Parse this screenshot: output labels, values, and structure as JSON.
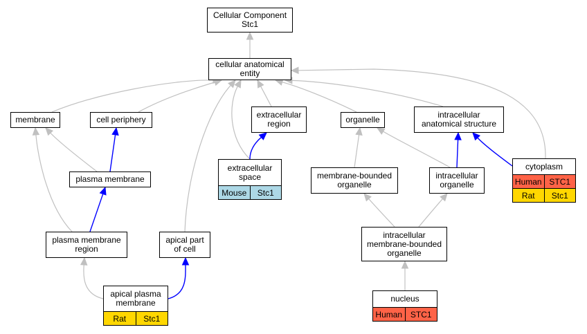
{
  "colors": {
    "edge_gray": "#c0c0c0",
    "edge_blue": "#0000ff",
    "human": "#ff6347",
    "rat": "#ffd700",
    "mouse": "#add8e6"
  },
  "nodes": {
    "root": {
      "lines": [
        "Cellular Component",
        "Stc1"
      ]
    },
    "cae": {
      "lines": [
        "cellular anatomical",
        "entity"
      ]
    },
    "membrane": {
      "lines": [
        "membrane"
      ]
    },
    "cell_periphery": {
      "lines": [
        "cell periphery"
      ]
    },
    "extracellular_region": {
      "lines": [
        "extracellular",
        "region"
      ]
    },
    "organelle": {
      "lines": [
        "organelle"
      ]
    },
    "intracellular_anatomical_structure": {
      "lines": [
        "intracellular",
        "anatomical structure"
      ]
    },
    "plasma_membrane": {
      "lines": [
        "plasma membrane"
      ]
    },
    "extracellular_space": {
      "lines": [
        "extracellular",
        "space"
      ],
      "orthologs": [
        {
          "species": "Mouse",
          "gene": "Stc1",
          "color": "mouse"
        }
      ]
    },
    "membrane_bounded_organelle": {
      "lines": [
        "membrane-bounded",
        "organelle"
      ]
    },
    "intracellular_organelle": {
      "lines": [
        "intracellular",
        "organelle"
      ]
    },
    "cytoplasm": {
      "lines": [
        "cytoplasm"
      ],
      "orthologs": [
        {
          "species": "Human",
          "gene": "STC1",
          "color": "human"
        },
        {
          "species": "Rat",
          "gene": "Stc1",
          "color": "rat"
        }
      ]
    },
    "plasma_membrane_region": {
      "lines": [
        "plasma membrane",
        "region"
      ]
    },
    "apical_part_of_cell": {
      "lines": [
        "apical part",
        "of cell"
      ]
    },
    "intracellular_mbo": {
      "lines": [
        "intracellular",
        "membrane-bounded",
        "organelle"
      ]
    },
    "apical_plasma_membrane": {
      "lines": [
        "apical plasma",
        "membrane"
      ],
      "orthologs": [
        {
          "species": "Rat",
          "gene": "Stc1",
          "color": "rat"
        }
      ]
    },
    "nucleus": {
      "lines": [
        "nucleus"
      ],
      "orthologs": [
        {
          "species": "Human",
          "gene": "STC1",
          "color": "human"
        }
      ]
    }
  },
  "edges": [
    {
      "from": "cae",
      "to": "root",
      "color": "edge_gray"
    },
    {
      "from": "membrane",
      "to": "cae",
      "color": "edge_gray"
    },
    {
      "from": "cell_periphery",
      "to": "cae",
      "color": "edge_gray"
    },
    {
      "from": "extracellular_region",
      "to": "cae",
      "color": "edge_gray"
    },
    {
      "from": "organelle",
      "to": "cae",
      "color": "edge_gray"
    },
    {
      "from": "intracellular_anatomical_structure",
      "to": "cae",
      "color": "edge_gray"
    },
    {
      "from": "cytoplasm",
      "to": "cae",
      "color": "edge_gray"
    },
    {
      "from": "extracellular_space",
      "to": "cae",
      "color": "edge_gray"
    },
    {
      "from": "apical_part_of_cell",
      "to": "cae",
      "color": "edge_gray"
    },
    {
      "from": "plasma_membrane",
      "to": "membrane",
      "color": "edge_gray"
    },
    {
      "from": "plasma_membrane",
      "to": "cell_periphery",
      "color": "edge_blue"
    },
    {
      "from": "extracellular_space",
      "to": "extracellular_region",
      "color": "edge_blue"
    },
    {
      "from": "membrane_bounded_organelle",
      "to": "organelle",
      "color": "edge_gray"
    },
    {
      "from": "intracellular_organelle",
      "to": "organelle",
      "color": "edge_gray"
    },
    {
      "from": "intracellular_organelle",
      "to": "intracellular_anatomical_structure",
      "color": "edge_blue"
    },
    {
      "from": "cytoplasm",
      "to": "intracellular_anatomical_structure",
      "color": "edge_blue"
    },
    {
      "from": "plasma_membrane_region",
      "to": "membrane",
      "color": "edge_gray"
    },
    {
      "from": "plasma_membrane_region",
      "to": "plasma_membrane",
      "color": "edge_blue"
    },
    {
      "from": "intracellular_mbo",
      "to": "membrane_bounded_organelle",
      "color": "edge_gray"
    },
    {
      "from": "intracellular_mbo",
      "to": "intracellular_organelle",
      "color": "edge_gray"
    },
    {
      "from": "apical_plasma_membrane",
      "to": "plasma_membrane_region",
      "color": "edge_gray"
    },
    {
      "from": "apical_plasma_membrane",
      "to": "apical_part_of_cell",
      "color": "edge_blue"
    },
    {
      "from": "nucleus",
      "to": "intracellular_mbo",
      "color": "edge_gray"
    }
  ]
}
